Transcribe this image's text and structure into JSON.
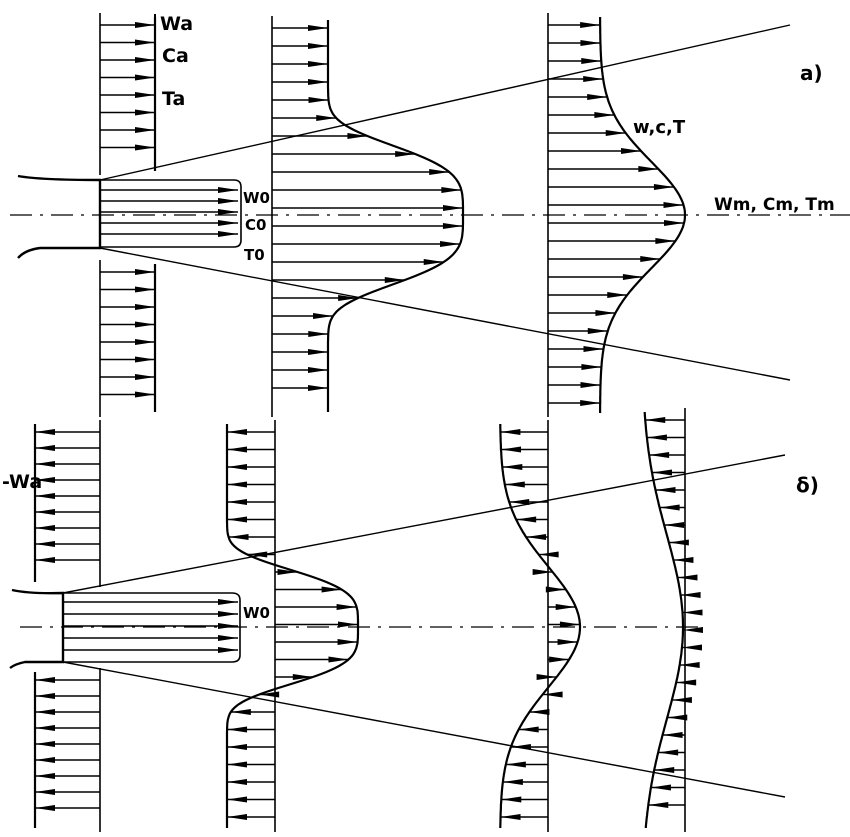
{
  "panel_a": {
    "label": "a)",
    "ambient_labels": [
      "Wa",
      "Ca",
      "Ta"
    ],
    "nozzle_labels": [
      "W0",
      "C0",
      "T0"
    ],
    "profile_label": "w,c,T",
    "max_label": "Wm, Cm, Tm"
  },
  "panel_b": {
    "label": "δ)",
    "ambient_label": "-Wa",
    "nozzle_label": "W0"
  }
}
